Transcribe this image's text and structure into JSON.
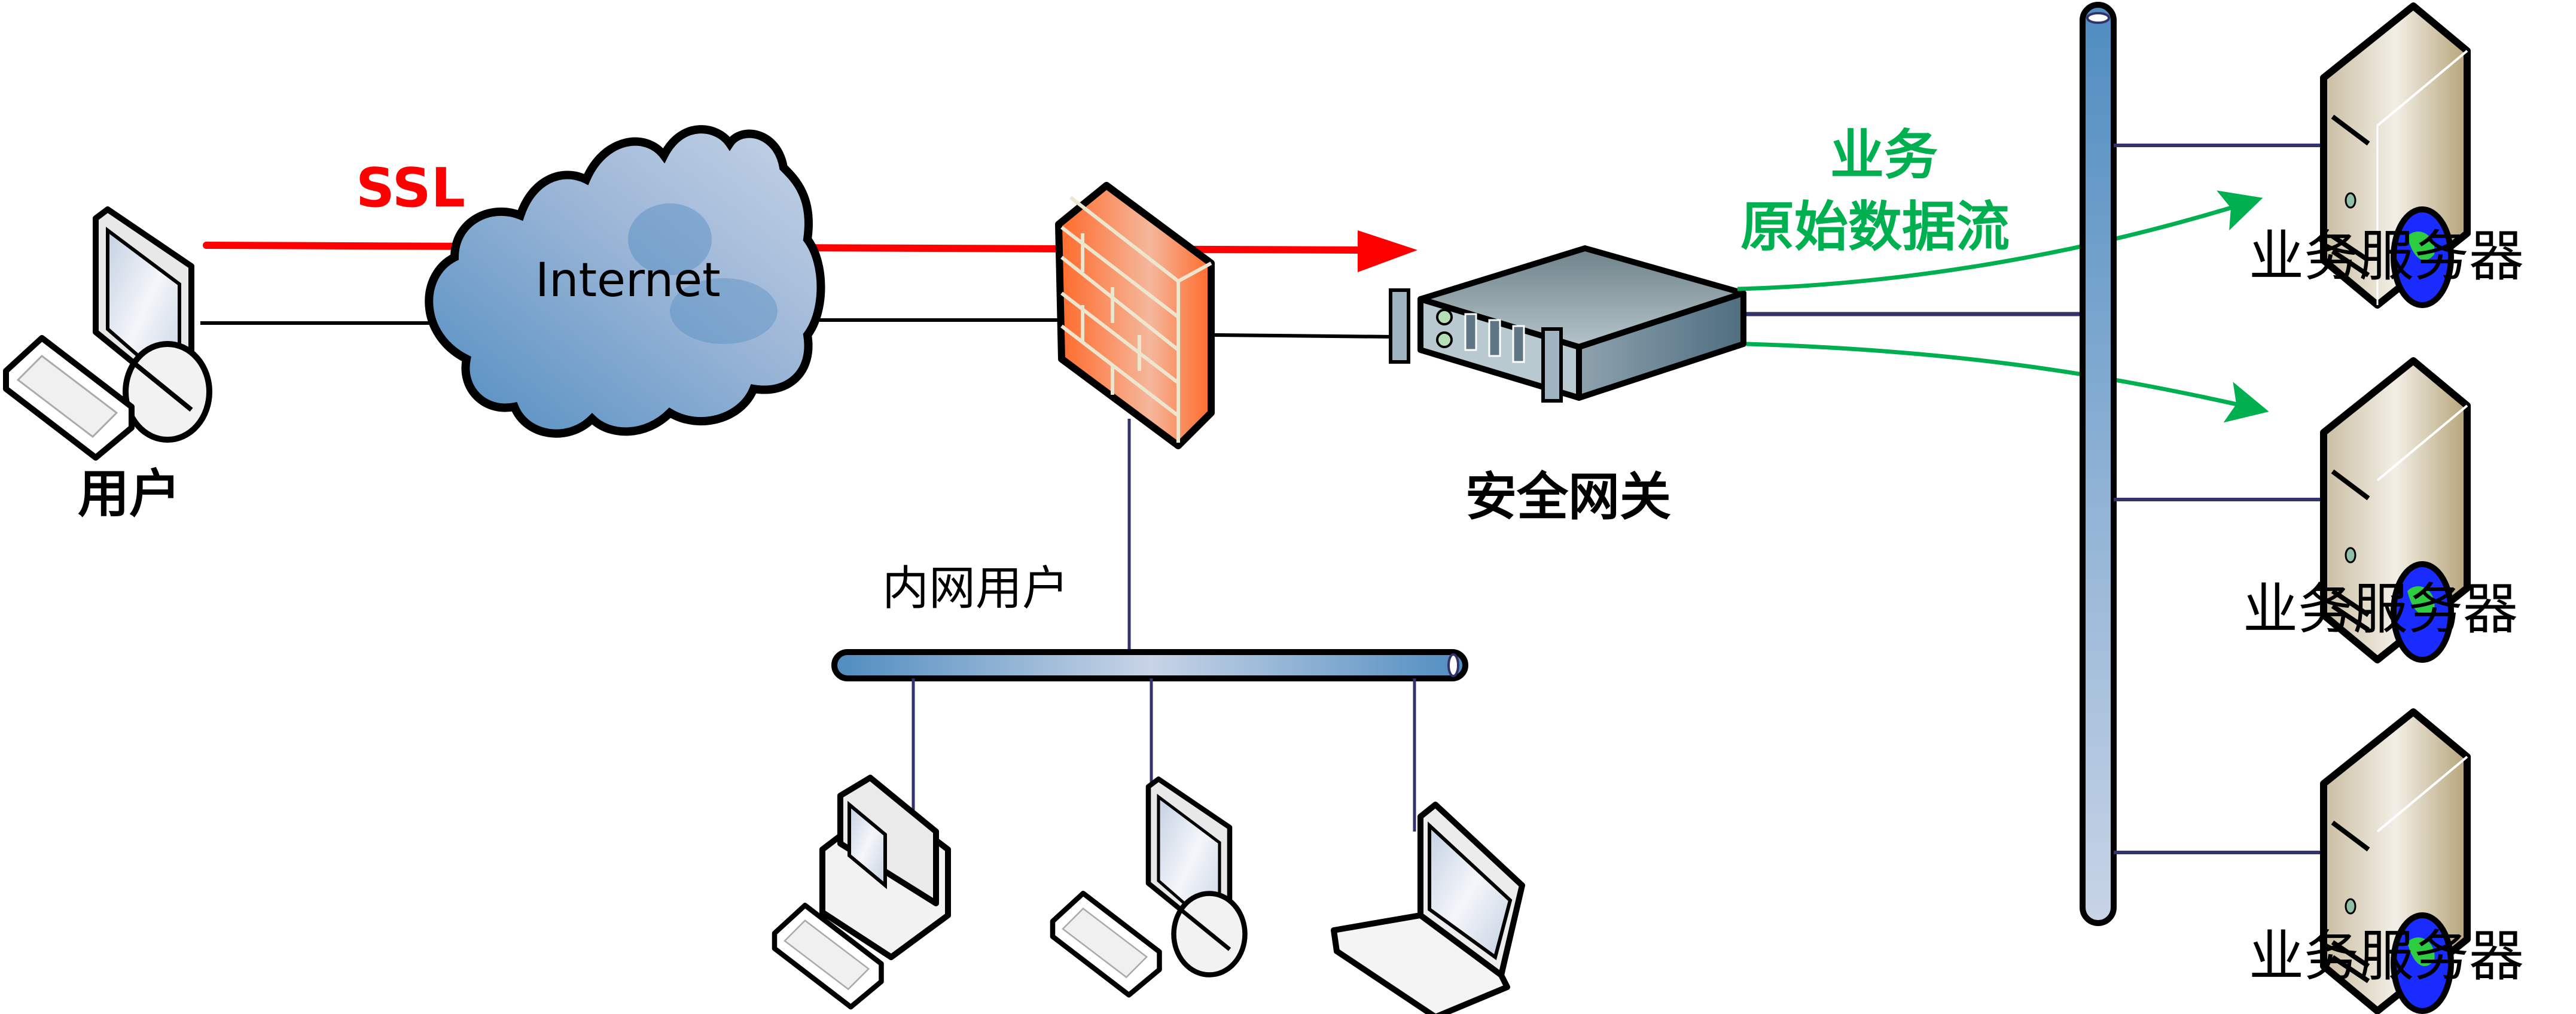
{
  "labels": {
    "ssl": "SSL",
    "internet": "Internet",
    "user": "用户",
    "gateway": "安全网关",
    "intranet_users": "内网用户",
    "flow_line1": "业务",
    "flow_line2": "原始数据流",
    "servers": [
      "业务服务器",
      "业务服务器",
      "业务服务器"
    ]
  },
  "colors": {
    "ssl": "#ff0000",
    "flow": "#00b050",
    "bus": "#5b8fc4",
    "firewall": "#f8794a",
    "link": "#33336b"
  },
  "nodes": {
    "user_pc": "desktop-computer-icon",
    "internet": "cloud-icon",
    "firewall": "firewall-icon",
    "gateway": "rack-server-icon",
    "intranet_devices": [
      "tower-computer-icon",
      "desktop-computer-icon",
      "laptop-icon"
    ],
    "servers": [
      "web-server-icon",
      "web-server-icon",
      "web-server-icon"
    ]
  }
}
